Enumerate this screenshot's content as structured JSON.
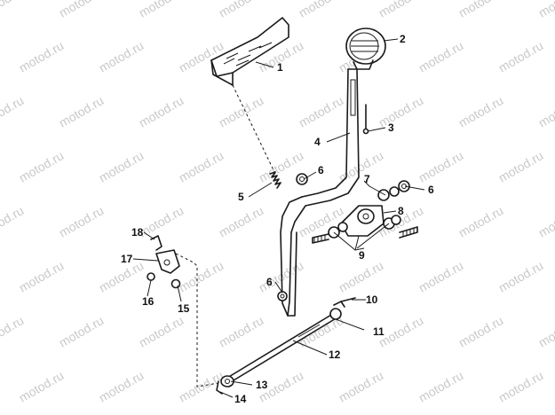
{
  "watermark": "motod.ru",
  "callouts": [
    {
      "id": "1",
      "text": "1"
    },
    {
      "id": "2",
      "text": "2"
    },
    {
      "id": "3",
      "text": "3"
    },
    {
      "id": "4",
      "text": "4"
    },
    {
      "id": "5",
      "text": "5"
    },
    {
      "id": "6a",
      "text": "6"
    },
    {
      "id": "6b",
      "text": "6"
    },
    {
      "id": "6c",
      "text": "6"
    },
    {
      "id": "7",
      "text": "7"
    },
    {
      "id": "8",
      "text": "8"
    },
    {
      "id": "9",
      "text": "9"
    },
    {
      "id": "10",
      "text": "10"
    },
    {
      "id": "11",
      "text": "11"
    },
    {
      "id": "12",
      "text": "12"
    },
    {
      "id": "13",
      "text": "13"
    },
    {
      "id": "14",
      "text": "14"
    },
    {
      "id": "15",
      "text": "15"
    },
    {
      "id": "16",
      "text": "16"
    },
    {
      "id": "17",
      "text": "17"
    },
    {
      "id": "18",
      "text": "18"
    }
  ]
}
